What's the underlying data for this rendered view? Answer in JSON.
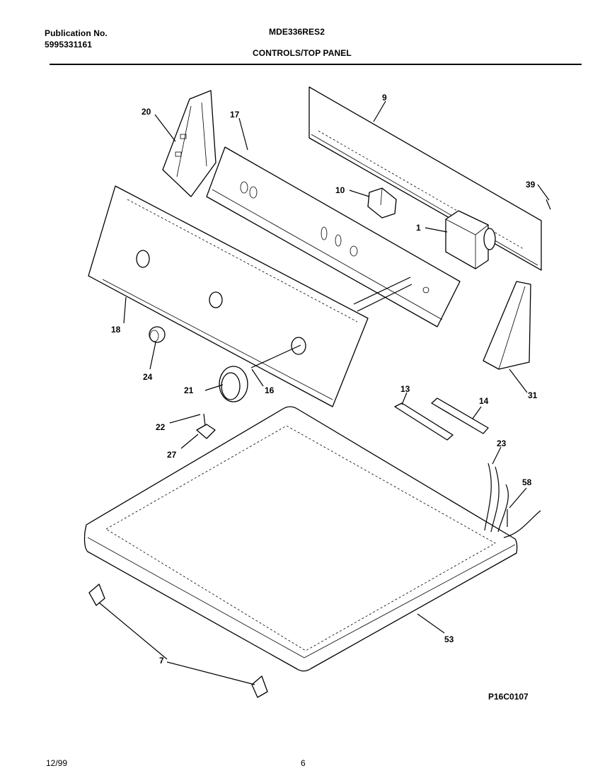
{
  "header": {
    "publication_label": "Publication No.",
    "publication_number": "5995331161",
    "model": "MDE336RES2",
    "section": "CONTROLS/TOP PANEL"
  },
  "diagram": {
    "drawing_code": "P16C0107",
    "callouts": {
      "c1": "1",
      "c7": "7",
      "c9": "9",
      "c10": "10",
      "c13": "13",
      "c14": "14",
      "c16": "16",
      "c17": "17",
      "c18": "18",
      "c20": "20",
      "c21": "21",
      "c22": "22",
      "c23": "23",
      "c24": "24",
      "c27": "27",
      "c31": "31",
      "c39": "39",
      "c53": "53",
      "c58": "58"
    }
  },
  "footer": {
    "date": "12/99",
    "page": "6"
  }
}
